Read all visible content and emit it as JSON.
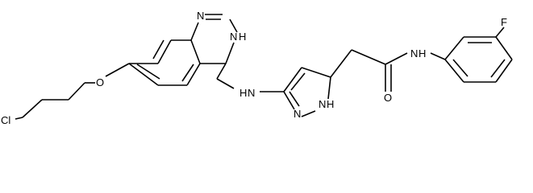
{
  "molecule": {
    "atoms": {
      "cl": "Cl",
      "o_ether": "O",
      "n1_quinazoline": "N",
      "n3_quinazoline": "N",
      "h_n3": "H",
      "nh_amine": "N",
      "h_amine": "H",
      "n_pyrazole_1": "N",
      "n_pyrazole_2": "N",
      "h_pyrazole": "H",
      "o_carbonyl": "O",
      "nh_amide": "N",
      "h_amide": "H",
      "f": "F"
    }
  }
}
